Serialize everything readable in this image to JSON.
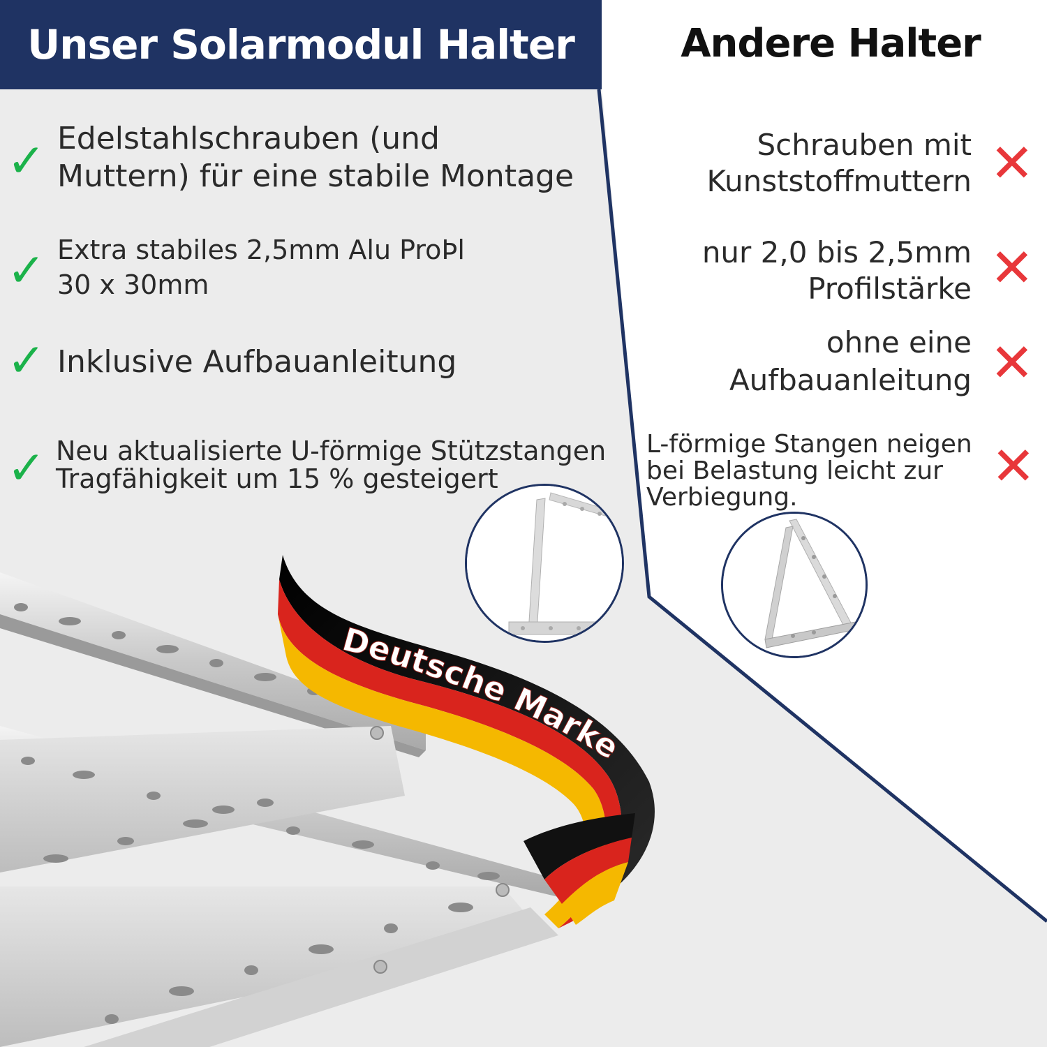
{
  "header": {
    "left_title": "Unser Solarmodul Halter",
    "right_title": "Andere Halter"
  },
  "ours": {
    "items": [
      {
        "lines": [
          "Edelstahlschrauben (und",
          "Muttern) für eine stabile Montage"
        ]
      },
      {
        "lines": [
          "Extra stabiles 2,5mm Alu ProÞl",
          "30 x 30mm"
        ]
      },
      {
        "lines": [
          "Inklusive Aufbauanleitung"
        ]
      },
      {
        "lines": [
          "Neu aktualisierte U-förmige Stützstangen",
          " Tragfähigkeit um 15 % gesteigert"
        ]
      }
    ]
  },
  "others": {
    "items": [
      {
        "lines": [
          "Schrauben mit",
          "Kunststoffmuttern"
        ]
      },
      {
        "lines": [
          "nur 2,0 bis 2,5mm",
          "Profilstärke"
        ]
      },
      {
        "lines": [
          "ohne eine",
          "Aufbauanleitung"
        ]
      },
      {
        "lines": [
          "L-förmige Stangen neigen",
          "bei Belastung leicht zur",
          " Verbiegung."
        ]
      }
    ]
  },
  "badge": {
    "text": "Deutsche Marke"
  },
  "icons": {
    "check": "check-icon",
    "cross": "cross-icon"
  },
  "colors": {
    "navy": "#1f3363",
    "check": "#1bb24a",
    "cross": "#e8373a",
    "flag_black": "#111111",
    "flag_red": "#d9241d",
    "flag_gold": "#f5b800"
  }
}
